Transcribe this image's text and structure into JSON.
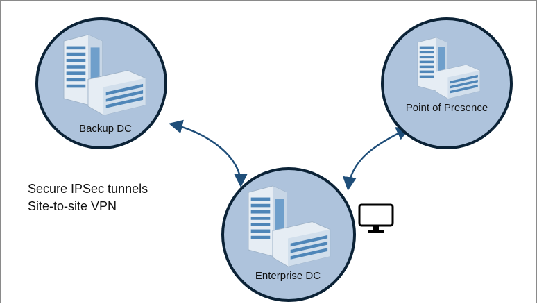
{
  "diagram": {
    "nodes": [
      {
        "id": "backup",
        "label": "Backup DC"
      },
      {
        "id": "pop",
        "label": "Point of Presence"
      },
      {
        "id": "enterprise",
        "label": "Enterprise DC"
      }
    ],
    "edges": [
      {
        "from": "backup",
        "to": "enterprise",
        "bidirectional": true
      },
      {
        "from": "pop",
        "to": "enterprise",
        "bidirectional": true
      }
    ],
    "caption": [
      "Secure IPSec tunnels",
      "Site-to-site VPN"
    ],
    "colors": {
      "circle_fill": "#aec3dc",
      "circle_stroke": "#0b2236",
      "arrow": "#1f4e79",
      "building": "#dfe8f1",
      "window": "#4f86b8"
    }
  }
}
